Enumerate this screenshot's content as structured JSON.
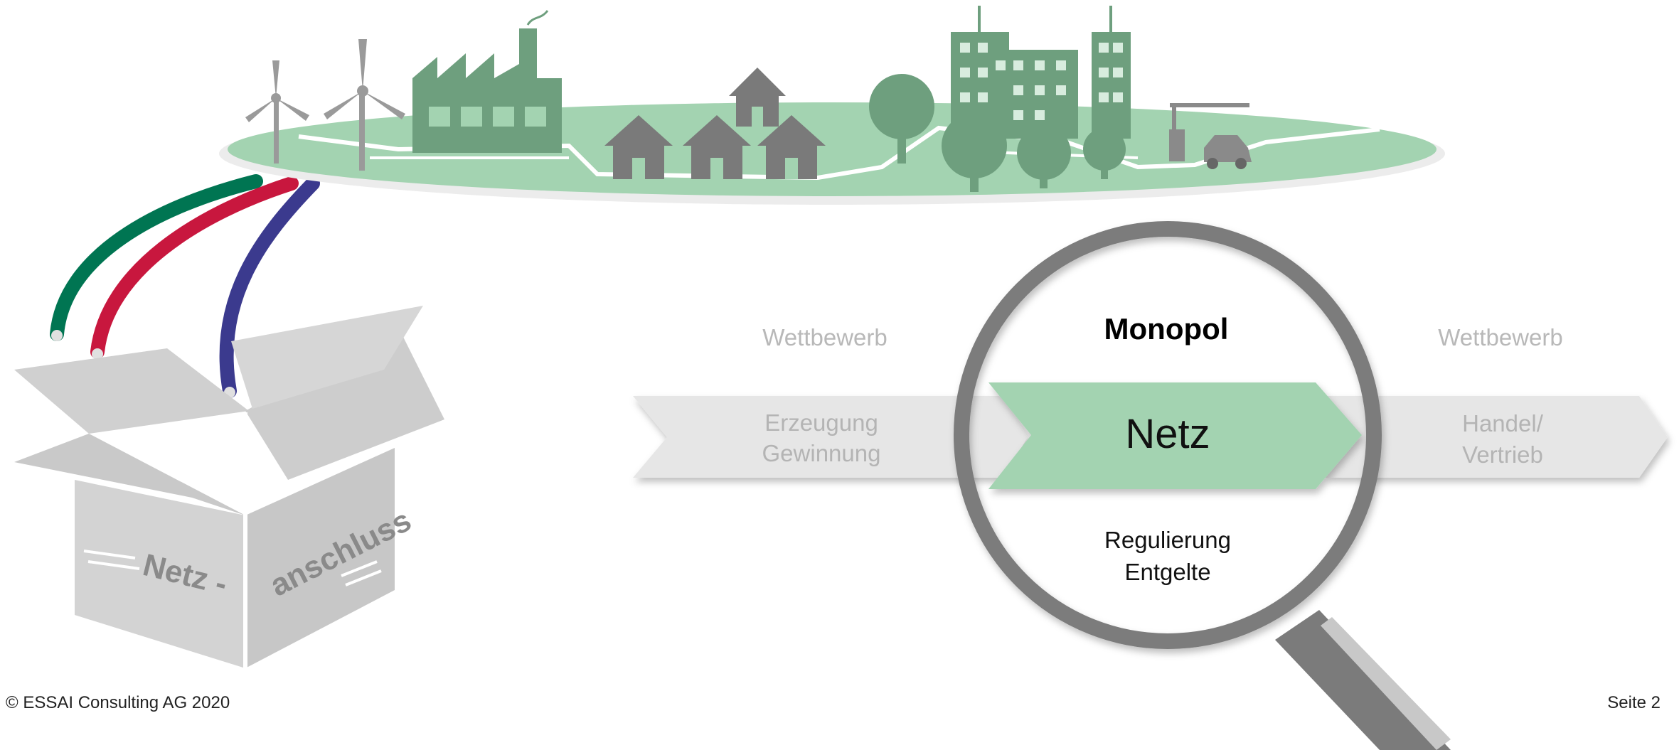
{
  "diagram": {
    "value_chain": {
      "left_market": "Wettbewerb",
      "center_market": "Monopol",
      "right_market": "Wettbewerb",
      "step1_line1": "Erzeugung",
      "step1_line2": "Gewinnung",
      "step2": "Netz",
      "step3_line1": "Handel/",
      "step3_line2": "Vertrieb",
      "center_note_line1": "Regulierung",
      "center_note_line2": "Entgelte"
    },
    "box": {
      "text_left": "Netz -",
      "text_right": "anschluss"
    },
    "colors": {
      "green_accent": "#a3d3b1",
      "dark_green": "#6e9f7e",
      "cable_green": "#007552",
      "cable_red": "#c8173e",
      "cable_blue": "#3b3a8e",
      "grey_arrow": "#e6e6e6",
      "lens_rim": "#7b7b7b"
    },
    "icons": [
      "wind-turbine-icon",
      "factory-icon",
      "house-icon",
      "tree-icon",
      "office-building-icon",
      "ev-charging-icon",
      "magnifier-icon",
      "cable-icon",
      "box-icon"
    ]
  },
  "footer": {
    "copyright": "© ESSAI Consulting AG 2020",
    "page": "Seite 2"
  }
}
